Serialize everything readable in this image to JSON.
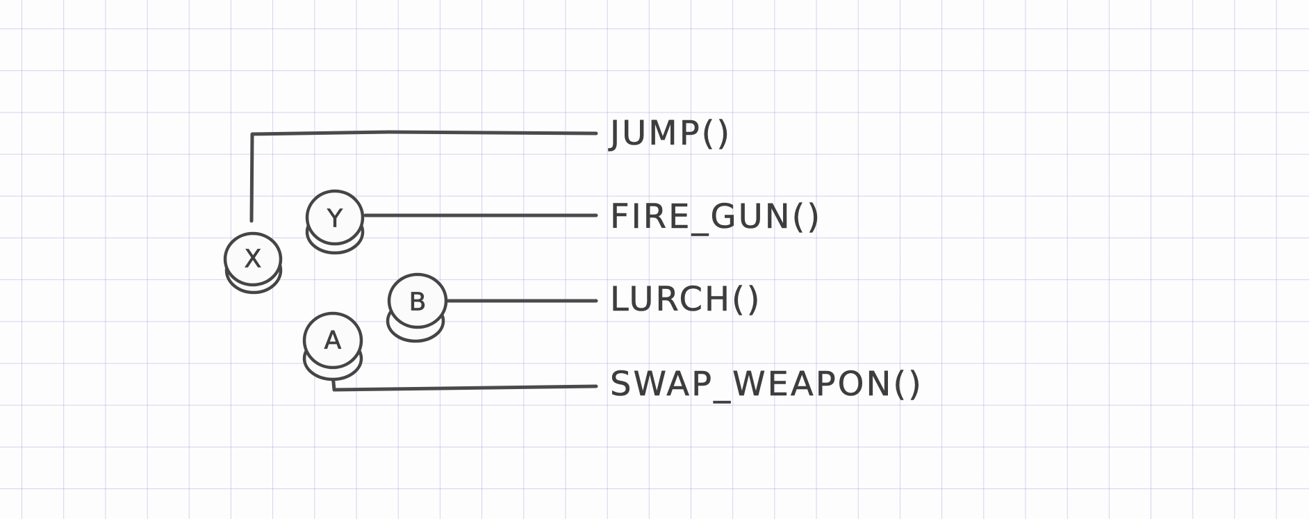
{
  "diagram": {
    "buttons": [
      {
        "letter": "X"
      },
      {
        "letter": "Y"
      },
      {
        "letter": "B"
      },
      {
        "letter": "A"
      }
    ],
    "actions": [
      {
        "label": "JUMP()"
      },
      {
        "label": "FIRE_GUN()"
      },
      {
        "label": "LURCH()"
      },
      {
        "label": "SWAP_WEAPON()"
      }
    ]
  }
}
